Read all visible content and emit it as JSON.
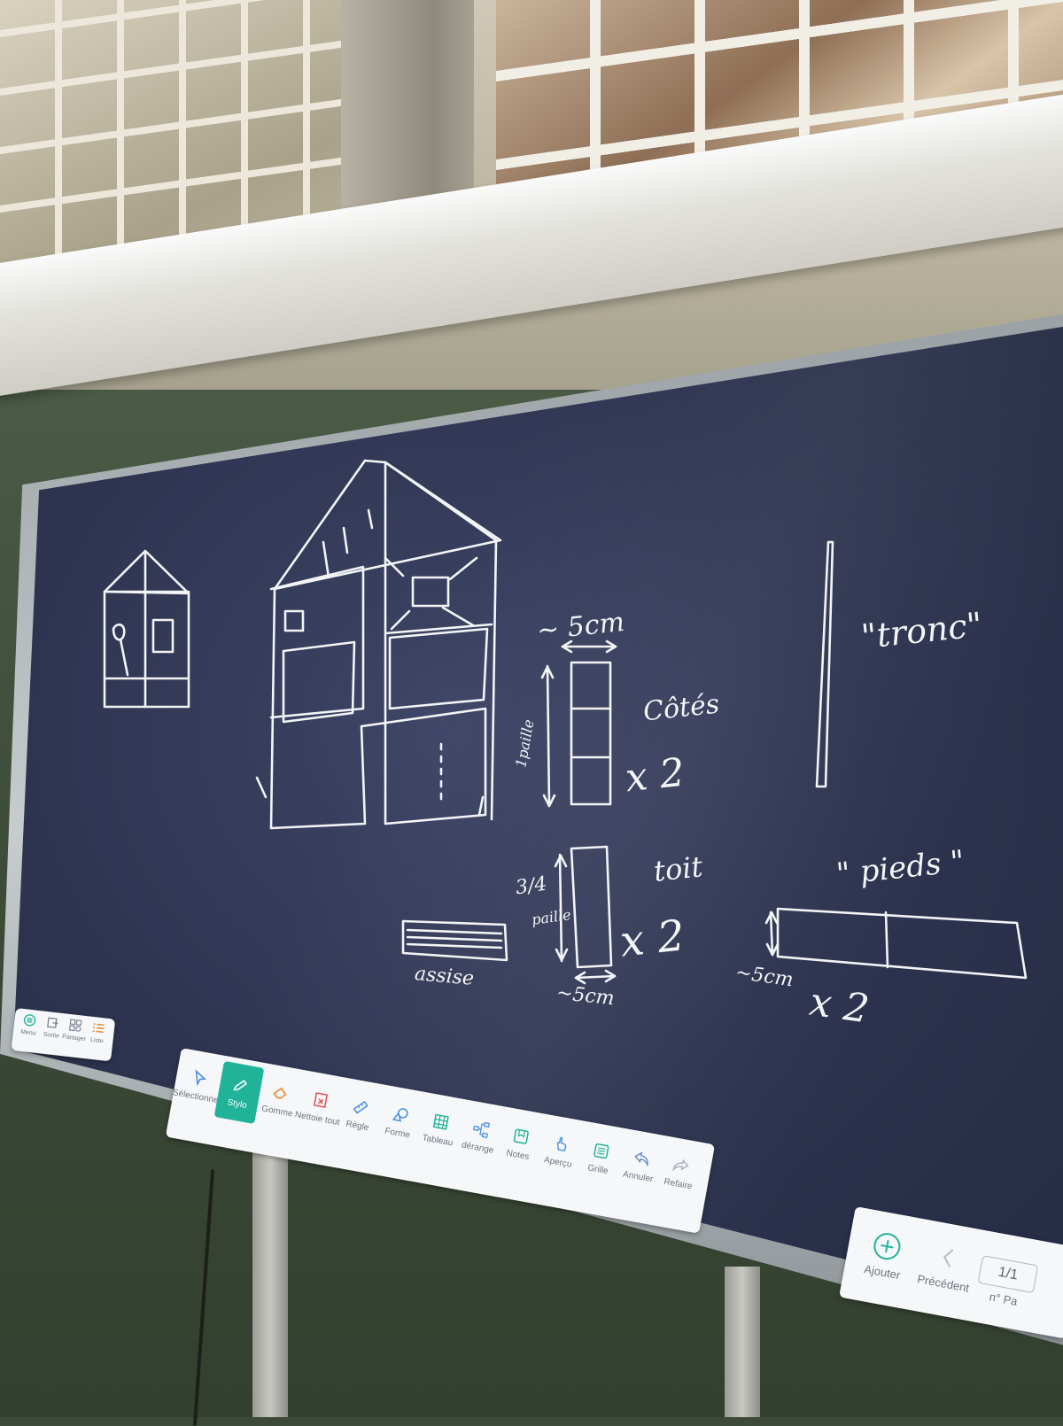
{
  "board": {
    "sketch": {
      "labels": {
        "width_top": "~ 5cm",
        "height_top": "1paille",
        "sides": "Côtés",
        "sides_count": "x 2",
        "trunk": "\"tronc\"",
        "roof": "toit",
        "roof_height": "3/4",
        "roof_height_unit": "paille",
        "roof_count": "x 2",
        "roof_width": "~5cm",
        "seat": "assise",
        "feet": "\" pieds \"",
        "feet_height": "~5cm",
        "feet_count": "x 2"
      }
    }
  },
  "left_toolbar": {
    "items": [
      {
        "label": "Menu",
        "icon": "menu-icon"
      },
      {
        "label": "Sortie",
        "icon": "exit-icon"
      },
      {
        "label": "Partager",
        "icon": "share-icon"
      },
      {
        "label": "Liste",
        "icon": "list-icon"
      }
    ]
  },
  "main_toolbar": {
    "accent": "#20b39a",
    "items": [
      {
        "label": "Sélectionner",
        "icon": "cursor-icon"
      },
      {
        "label": "Stylo",
        "icon": "pen-icon",
        "active": true
      },
      {
        "label": "Gomme",
        "icon": "eraser-icon"
      },
      {
        "label": "Nettoie tout",
        "icon": "clear-all-icon"
      },
      {
        "label": "Règle",
        "icon": "ruler-icon"
      },
      {
        "label": "Forme",
        "icon": "shape-icon"
      },
      {
        "label": "Tableau",
        "icon": "table-icon"
      },
      {
        "label": "dérange",
        "icon": "mindmap-icon"
      },
      {
        "label": "Notes",
        "icon": "notes-icon"
      },
      {
        "label": "Aperçu",
        "icon": "preview-icon"
      },
      {
        "label": "Grille",
        "icon": "grid-icon"
      },
      {
        "label": "Annuler",
        "icon": "undo-icon"
      },
      {
        "label": "Refaire",
        "icon": "redo-icon"
      }
    ]
  },
  "nav_toolbar": {
    "add_label": "Ajouter",
    "prev_label": "Précédent",
    "page_value": "1/1",
    "page_label": "n° Pa"
  }
}
